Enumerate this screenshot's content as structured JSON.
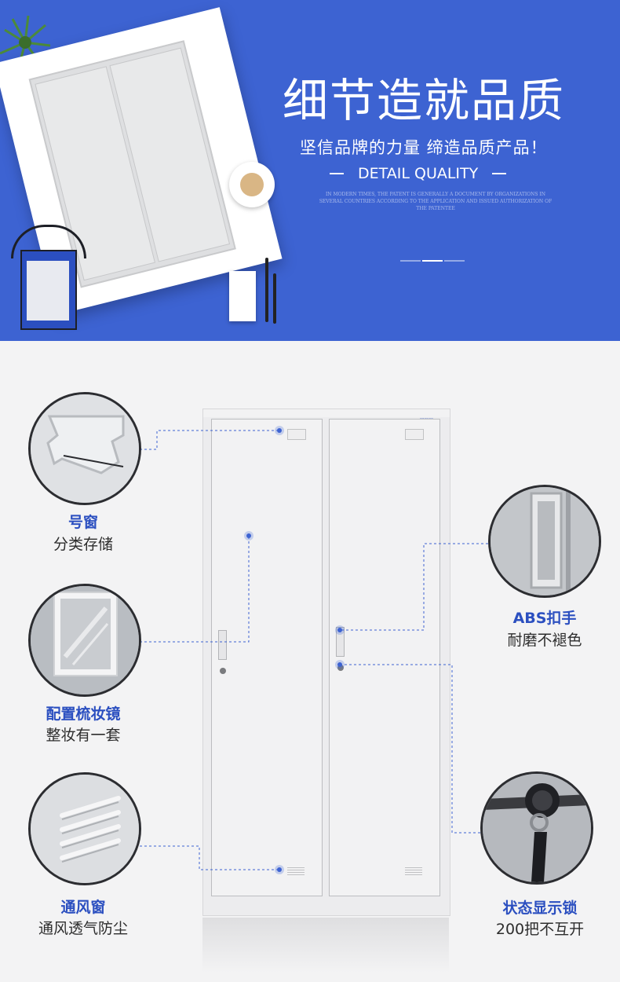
{
  "hero": {
    "title": "细节造就品质",
    "subtitle": "坚信品牌的力量 缔造品质产品！",
    "english_title": "DETAIL QUALITY",
    "fine_print": "IN MODERN TIMES, THE PATENT IS GENERALLY A DOCUMENT BY ORGANIZATIONS IN SEVERAL COUNTRIES ACCORDING TO THE APPLICATION AND ISSUED AUTHORIZATION OF THE PATENTEE"
  },
  "features": [
    {
      "title": "号窗",
      "subtitle": "分类存储",
      "icon": "number-window-icon"
    },
    {
      "title": "配置梳妆镜",
      "subtitle": "整妆有一套",
      "icon": "mirror-icon"
    },
    {
      "title": "通风窗",
      "subtitle": "通风透气防尘",
      "icon": "vent-icon"
    },
    {
      "title": "ABS扣手",
      "subtitle": "耐磨不褪色",
      "icon": "handle-icon"
    },
    {
      "title": "状态显示锁",
      "subtitle": "200把不互开",
      "icon": "lock-icon"
    }
  ],
  "colors": {
    "accent": "#3d63d2",
    "label": "#2b4fc0",
    "text": "#2d2d2d",
    "background": "#f3f3f4"
  }
}
